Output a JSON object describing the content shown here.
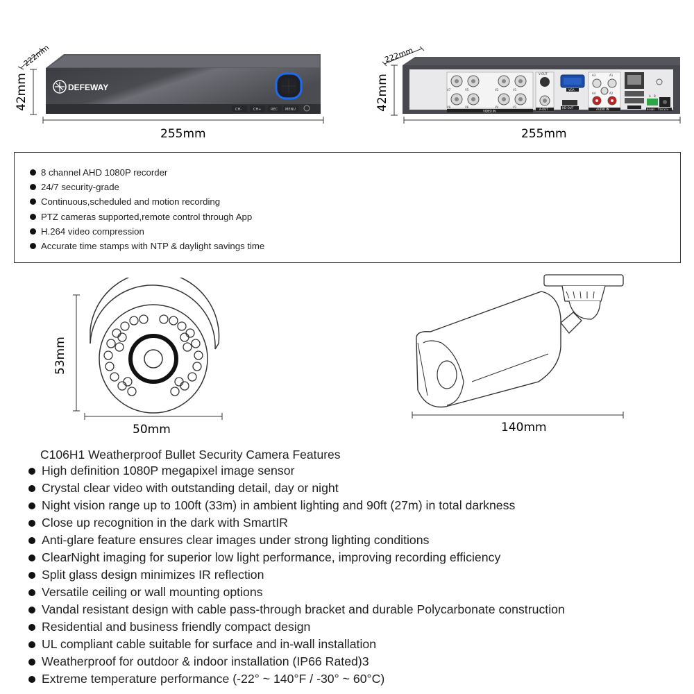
{
  "dvr_front": {
    "brand": "DEFEWAY",
    "depth": "222mm",
    "height": "42mm",
    "width": "255mm",
    "buttons": [
      "CH-",
      "CH+",
      "REC",
      "MENU"
    ]
  },
  "dvr_rear": {
    "depth": "222mm",
    "height": "42mm",
    "width": "255mm",
    "port_labels": {
      "video_in": "VIDEO IN",
      "v_out": "V-OUT",
      "a_out": "A-OUT",
      "vga": "VGA",
      "hd_out": "HD-OUT",
      "audio_in": "AUDIO IN",
      "rs485": "RS485",
      "dc12v": "DC12V",
      "a": "A",
      "b": "B",
      "a3": "A3",
      "a1": "A1",
      "a4": "A4",
      "a2": "A2",
      "v7": "V7",
      "v5": "V5",
      "v3": "V3",
      "v1": "V1",
      "v8": "V8",
      "v6": "V6",
      "v4": "V4",
      "v2": "V2"
    }
  },
  "dvr_specs": [
    "8 channel AHD 1080P recorder",
    "24/7 security-grade",
    "Continuous,scheduled and motion recording",
    "PTZ cameras supported,remote control through App",
    "H.264 video compression",
    "Accurate time stamps with NTP & daylight savings time"
  ],
  "camera_front": {
    "height": "53mm",
    "width": "50mm"
  },
  "camera_side": {
    "length": "140mm"
  },
  "camera_features": {
    "title": "C106H1 Weatherproof Bullet Security Camera Features",
    "items": [
      "High definition 1080P  megapixel image sensor",
      "Crystal clear video with outstanding detail, day or night",
      "Night vision range up to 100ft (33m) in ambient lighting and 90ft (27m) in total darkness",
      "Close up recognition in the dark with SmartIR",
      "Anti-glare feature ensures clear images under strong lighting conditions",
      "ClearNight imaging for superior low light performance, improving recording efficiency",
      "Split glass design minimizes IR reflection",
      "Versatile ceiling or wall mounting options",
      "Vandal resistant design with cable pass-through bracket and durable Polycarbonate construction",
      "Residential and business friendly compact design",
      "UL compliant cable suitable for surface and in-wall installation",
      "Weatherproof for outdoor & indoor installation (IP66 Rated)3",
      "Extreme temperature performance (-22° ~ 140°F / -30° ~ 60°C)"
    ]
  }
}
